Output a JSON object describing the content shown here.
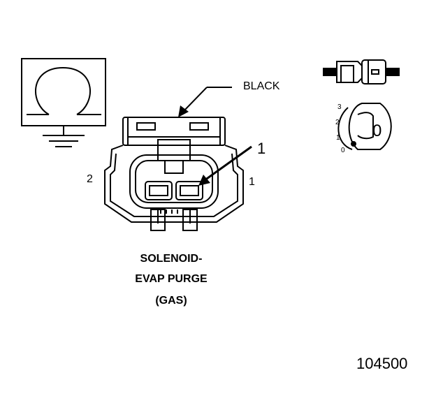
{
  "wire_color_label": "BLACK",
  "callout_number": "1",
  "pin_label_left": "2",
  "pin_label_right": "1",
  "scale_labels": [
    "3",
    "2",
    "1",
    "0"
  ],
  "caption_lines": [
    "SOLENOID-",
    "EVAP PURGE",
    "(GAS)"
  ],
  "figure_number": "104500",
  "icons": {
    "meter": "ohmmeter-ground-icon",
    "connector": "connector-face-icon",
    "inline": "inline-connector-icon",
    "rotary": "rotary-knob-icon"
  },
  "colors": {
    "line": "#000000",
    "background": "#ffffff"
  }
}
